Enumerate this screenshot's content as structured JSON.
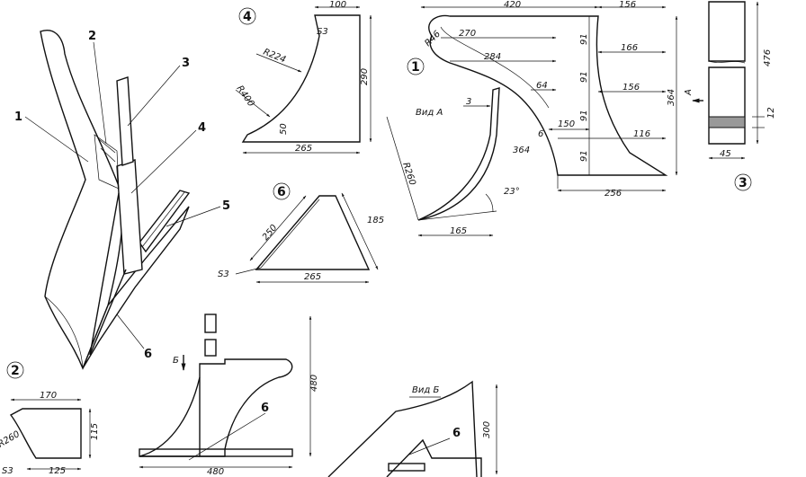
{
  "parts": {
    "p1": "1",
    "p2": "2",
    "p3": "3",
    "p4": "4",
    "p5": "5",
    "p6": "6"
  },
  "detail_numbers": {
    "d1": "1",
    "d2": "2",
    "d3": "3",
    "d4": "4",
    "d6": "6"
  },
  "views": {
    "view_a": "Вид А",
    "view_b": "Вид Б",
    "arrow_a": "А",
    "arrow_b": "Б"
  },
  "detail4": {
    "w_top": "100",
    "s": "S3",
    "r1": "R224",
    "r2": "R400",
    "h": "290",
    "small": "50",
    "w_bot": "265"
  },
  "detail6": {
    "side1": "250",
    "side2": "185",
    "base": "265",
    "s": "S3"
  },
  "detail1": {
    "w420": "420",
    "w156a": "156",
    "r46": "R46",
    "w270": "270",
    "w166": "166",
    "w284": "284",
    "w64": "64",
    "w156b": "156",
    "w150": "150",
    "w116": "116",
    "w6": "6",
    "w256": "256",
    "h91a": "91",
    "h91b": "91",
    "h91c": "91",
    "h91d": "91",
    "h364": "364",
    "w3": "3",
    "r260": "R260",
    "d364": "364",
    "ang": "23°",
    "w165": "165"
  },
  "detail3": {
    "h476": "476",
    "h12": "12",
    "w45": "45"
  },
  "detail2": {
    "w170": "170",
    "r260": "R260",
    "h115": "115",
    "w125": "125",
    "s": "S3"
  },
  "assembly": {
    "h480": "480",
    "w480": "480",
    "part6": "6"
  },
  "view_b_detail": {
    "h300": "300",
    "part6": "6"
  }
}
